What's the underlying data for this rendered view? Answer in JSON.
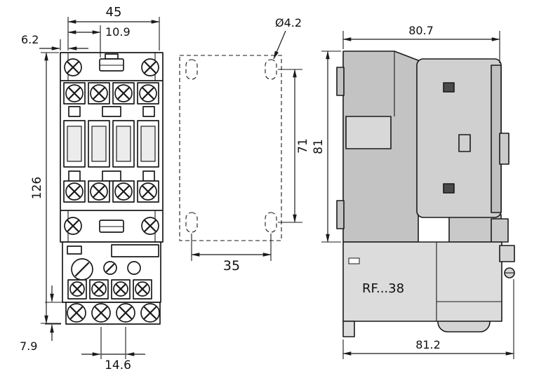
{
  "diagram": {
    "views": {
      "front": {
        "dims": {
          "width_top": "45",
          "clip_offset": "10.9",
          "left_offset": "6.2",
          "height": "126",
          "foot": "7.9",
          "terminal_pitch": "14.6"
        }
      },
      "drilling": {
        "dims": {
          "hole_diameter": "Ø4.2",
          "vertical_pitch": "71",
          "horizontal_pitch": "35"
        }
      },
      "side": {
        "label": "RF...38",
        "dims": {
          "width_top": "80.7",
          "height": "81",
          "width_bottom": "81.2"
        }
      }
    },
    "colors": {
      "line": "#1a1a1a",
      "gray_dark": "#c3c3c3",
      "gray_mid": "#d0d0d0",
      "gray_light": "#dcdcdc",
      "background": "#ffffff"
    }
  }
}
